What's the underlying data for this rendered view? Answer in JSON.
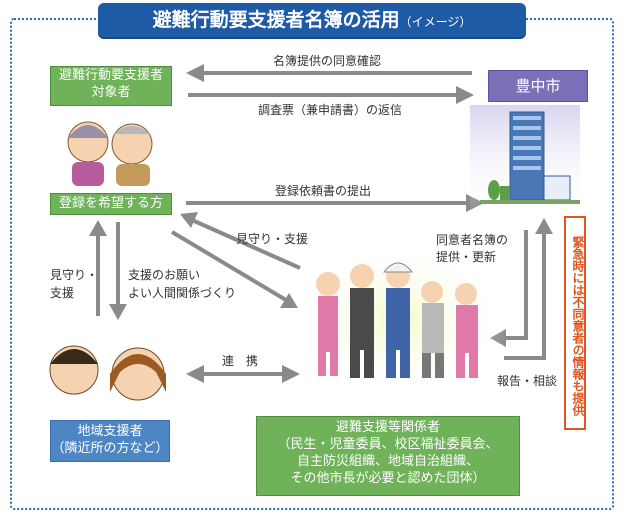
{
  "title": {
    "main": "避難行動要支援者名簿の活用",
    "sub": "（イメージ）"
  },
  "nodes": {
    "target_person": "避難行動要支援者\n対象者",
    "registrant": "登録を希望する方",
    "city": "豊中市",
    "community_supporter": "地域支援者\n（隣近所の方など）",
    "support_org": "避難支援等関係者\n（民生・児童委員、校区福祉委員会、\n自主防災組織、地域自治組織、\nその他市長が必要と認めた団体）"
  },
  "arrows": {
    "consent_check": "名簿提供の同意確認",
    "survey_return": "調査票（兼申請書）の返信",
    "request_submit": "登録依頼書の提出",
    "watch_support_diag": "見守り・支援",
    "watch_support_left": "見守り・\n支援",
    "ask_support": "支援のお願い\nよい人間関係づくり",
    "list_provide": "同意者名簿の\n提供・更新",
    "cooperation": "連　携",
    "report": "報告・相談"
  },
  "emergency_note": "緊急時には不同意者の情報も提供",
  "colors": {
    "title_blue": "#1f5aa6",
    "green_box": "#6fb25a",
    "purple_box": "#7b6fb8",
    "blue_box": "#4e86c4",
    "arrow_gray": "#8a8a8a",
    "emergency_orange": "#e05520"
  }
}
